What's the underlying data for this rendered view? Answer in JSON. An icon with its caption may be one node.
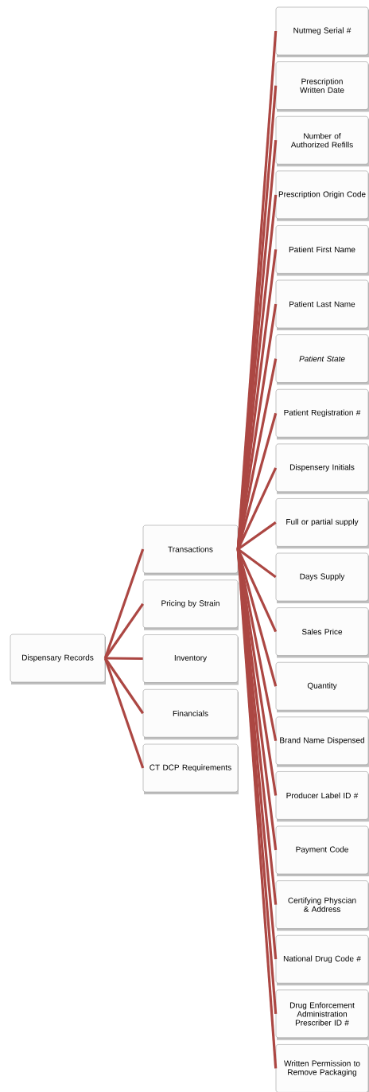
{
  "diagram": {
    "nodes": [
      {
        "text": [
          "Dispensary Records"
        ]
      },
      {
        "text": [
          "Transactions"
        ]
      },
      {
        "text": [
          "Pricing by Strain"
        ]
      },
      {
        "text": [
          "Inventory"
        ]
      },
      {
        "text": [
          "Financials"
        ]
      },
      {
        "text": [
          "CT DCP Requirements"
        ]
      },
      {
        "text": [
          "Nutmeg Serial #"
        ]
      },
      {
        "text": [
          "Prescription Written Date"
        ]
      },
      {
        "text": [
          "Number of Authorized Refills"
        ]
      },
      {
        "text": [
          "Prescription Origin Code"
        ]
      },
      {
        "text": [
          "Patient First Name"
        ]
      },
      {
        "text": [
          "Patient Last Name"
        ]
      },
      {
        "text": [
          "Patient State"
        ]
      },
      {
        "text": [
          "Patient Registration #"
        ]
      },
      {
        "text": [
          "Dispensery Initials"
        ]
      },
      {
        "text": [
          "Full or partial supply"
        ]
      },
      {
        "text": [
          "Days Supply"
        ]
      },
      {
        "text": [
          "Sales Price"
        ]
      },
      {
        "text": [
          "Quantity"
        ]
      },
      {
        "text": [
          "Brand Name Dispensed"
        ]
      },
      {
        "text": [
          "Producer Label ID #"
        ]
      },
      {
        "text": [
          "Payment Code"
        ]
      },
      {
        "text": [
          "Certifying Physcian & Address"
        ]
      },
      {
        "text": [
          "National Drug Code #"
        ]
      },
      {
        "text": [
          "Drug Enforcement Administration Prescriber ID #"
        ]
      },
      {
        "text": [
          "Written Permission to Remove Packaging"
        ]
      }
    ],
    "edges": [
      {
        "from": 0,
        "to": 1,
        "arrow": "none"
      },
      {
        "from": 0,
        "to": 2,
        "arrow": "none"
      },
      {
        "from": 0,
        "to": 3,
        "arrow": "none"
      },
      {
        "from": 0,
        "to": 4,
        "arrow": "none"
      },
      {
        "from": 0,
        "to": 5,
        "arrow": "none"
      },
      {
        "from": 1,
        "to": 6,
        "arrow": "none"
      },
      {
        "from": 1,
        "to": 7,
        "arrow": "none"
      },
      {
        "from": 1,
        "to": 8,
        "arrow": "none"
      },
      {
        "from": 1,
        "to": 9,
        "arrow": "none"
      },
      {
        "from": 1,
        "to": 10,
        "arrow": "none"
      },
      {
        "from": 1,
        "to": 11,
        "arrow": "none"
      },
      {
        "from": 1,
        "to": 12,
        "arrow": "none"
      },
      {
        "from": 1,
        "to": 13,
        "arrow": "none"
      },
      {
        "from": 1,
        "to": 14,
        "arrow": "none"
      },
      {
        "from": 1,
        "to": 15,
        "arrow": "none"
      },
      {
        "from": 1,
        "to": 16,
        "arrow": "none"
      },
      {
        "from": 1,
        "to": 17,
        "arrow": "none"
      },
      {
        "from": 1,
        "to": 18,
        "arrow": "none"
      },
      {
        "from": 1,
        "to": 19,
        "arrow": "none"
      },
      {
        "from": 1,
        "to": 20,
        "arrow": "none"
      },
      {
        "from": 1,
        "to": 21,
        "arrow": "none"
      },
      {
        "from": 1,
        "to": 22,
        "arrow": "none"
      },
      {
        "from": 1,
        "to": 23,
        "arrow": "none"
      },
      {
        "from": 1,
        "to": 24,
        "arrow": "none"
      },
      {
        "from": 1,
        "to": 25,
        "arrow": "none"
      }
    ]
  }
}
